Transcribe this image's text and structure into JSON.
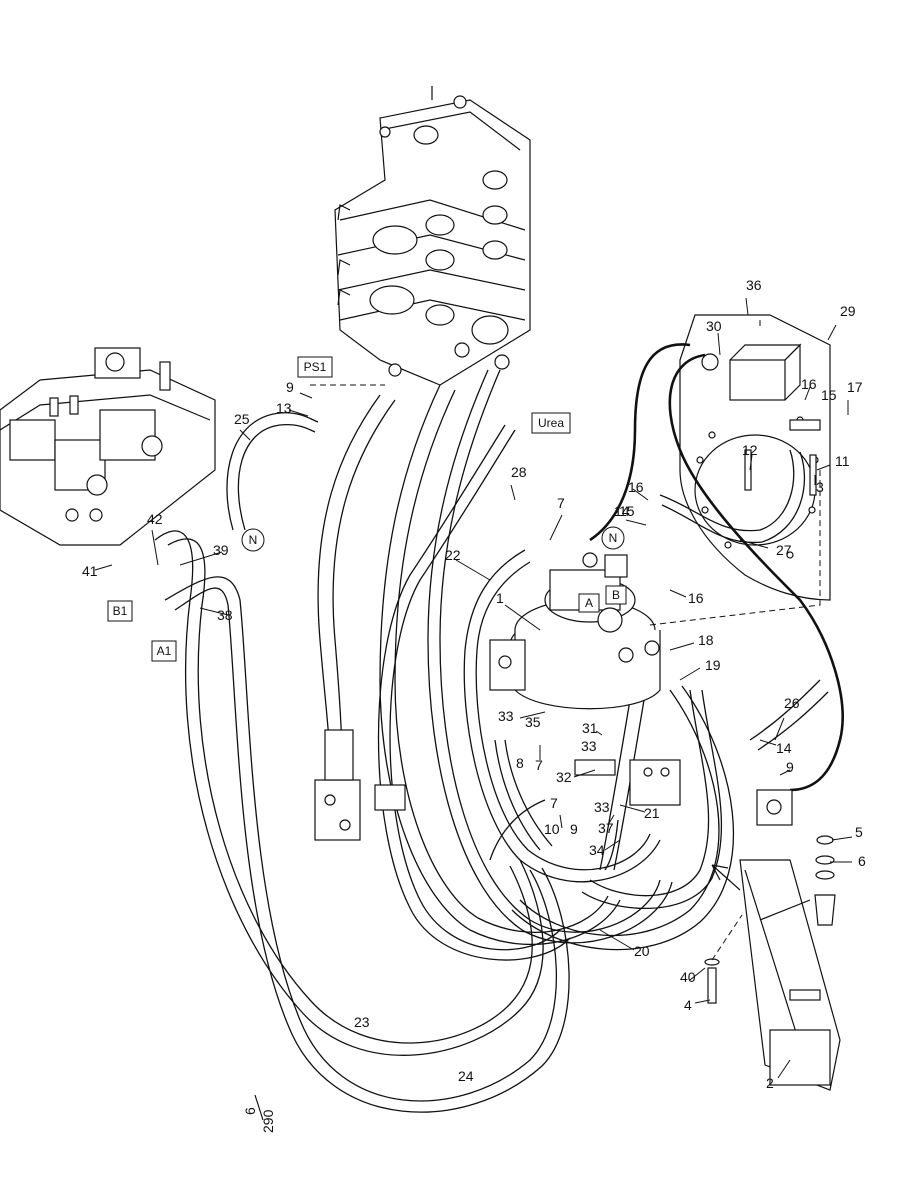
{
  "diagram": {
    "part_numbers": [
      "1",
      "2",
      "3",
      "4",
      "5",
      "6",
      "7",
      "7",
      "7",
      "8",
      "9",
      "9",
      "9",
      "10",
      "11",
      "12",
      "13",
      "14",
      "14",
      "15",
      "15",
      "16",
      "16",
      "16",
      "17",
      "18",
      "19",
      "20",
      "21",
      "22",
      "23",
      "24",
      "25",
      "26",
      "27",
      "28",
      "29",
      "30",
      "31",
      "32",
      "33",
      "33",
      "33",
      "34",
      "35",
      "36",
      "37",
      "38",
      "39",
      "40",
      "41",
      "42"
    ],
    "boxed_labels": [
      "PS1",
      "Urea",
      "B1",
      "A1",
      "A",
      "B"
    ],
    "circle_labels": [
      "N",
      "N"
    ],
    "corner_ref": {
      "numerator": "6",
      "denominator": "290"
    }
  }
}
